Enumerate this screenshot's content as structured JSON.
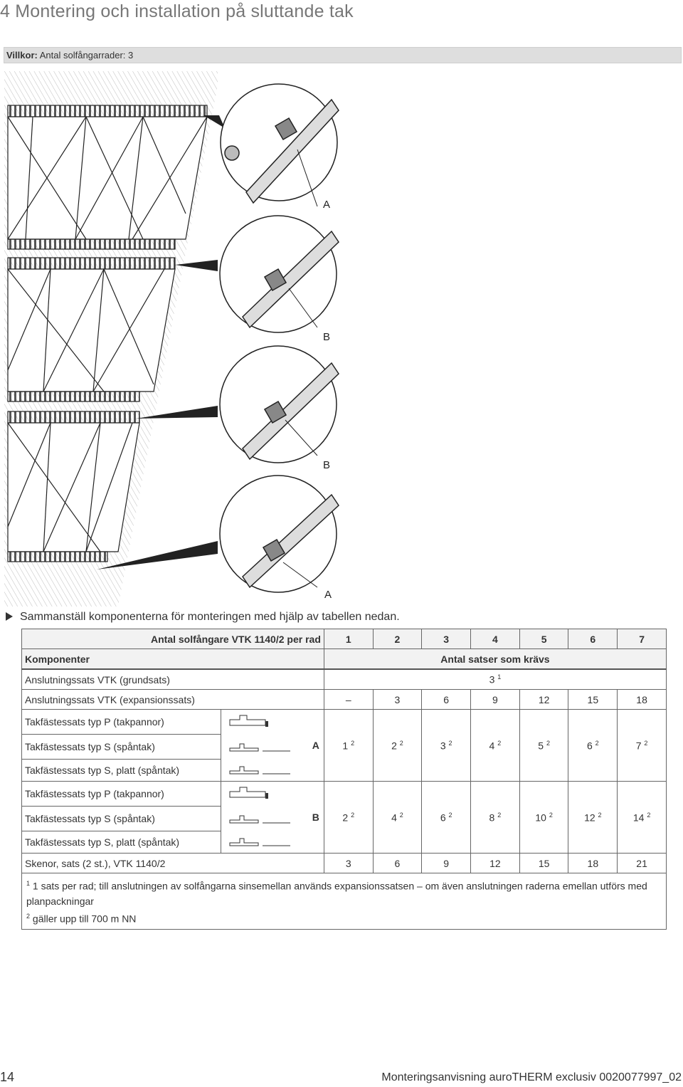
{
  "page": {
    "title": "4 Montering och installation på sluttande tak",
    "condition_label": "Villkor:",
    "condition_text": " Antal solfångarrader: 3",
    "instruction": "Sammanställ komponenterna för monteringen med hjälp av tabellen nedan."
  },
  "figure": {
    "callouts": [
      "A",
      "B",
      "B",
      "A"
    ]
  },
  "table": {
    "header_collectors": "Antal solfångare VTK 1140/2 per rad",
    "header_components": "Komponenter",
    "header_sets": "Antal satser som krävs",
    "columns": [
      "1",
      "2",
      "3",
      "4",
      "5",
      "6",
      "7"
    ],
    "rows": [
      {
        "label": "Anslutningssats VTK (grundsats)",
        "merged": "3",
        "merged_sup": "1"
      },
      {
        "label": "Anslutningssats VTK (expansionssats)",
        "values": [
          "–",
          "3",
          "6",
          "9",
          "12",
          "15",
          "18"
        ]
      }
    ],
    "group_a": {
      "letter": "A",
      "items": [
        "Takfästessats typ P (takpannor)",
        "Takfästessats typ S (spåntak)",
        "Takfästessats typ S, platt (spåntak)"
      ],
      "values": [
        "1",
        "2",
        "3",
        "4",
        "5",
        "6",
        "7"
      ],
      "sup": "2"
    },
    "group_b": {
      "letter": "B",
      "items": [
        "Takfästessats typ P (takpannor)",
        "Takfästessats typ S (spåntak)",
        "Takfästessats typ S, platt (spåntak)"
      ],
      "values": [
        "2",
        "4",
        "6",
        "8",
        "10",
        "12",
        "14"
      ],
      "sup": "2"
    },
    "rails_row": {
      "label": "Skenor, sats (2 st.), VTK 1140/2",
      "values": [
        "3",
        "6",
        "9",
        "12",
        "15",
        "18",
        "21"
      ]
    },
    "notes": [
      {
        "sup": "1",
        "text": "1 sats per rad; till anslutningen av solfångarna sinsemellan används expansionssatsen – om även anslutningen raderna emellan utförs med planpackningar"
      },
      {
        "sup": "2",
        "text": "gäller upp till 700 m NN"
      }
    ]
  },
  "footer": {
    "page_number": "14",
    "document": "Monteringsanvisning auroTHERM exclusiv 0020077997_02"
  }
}
